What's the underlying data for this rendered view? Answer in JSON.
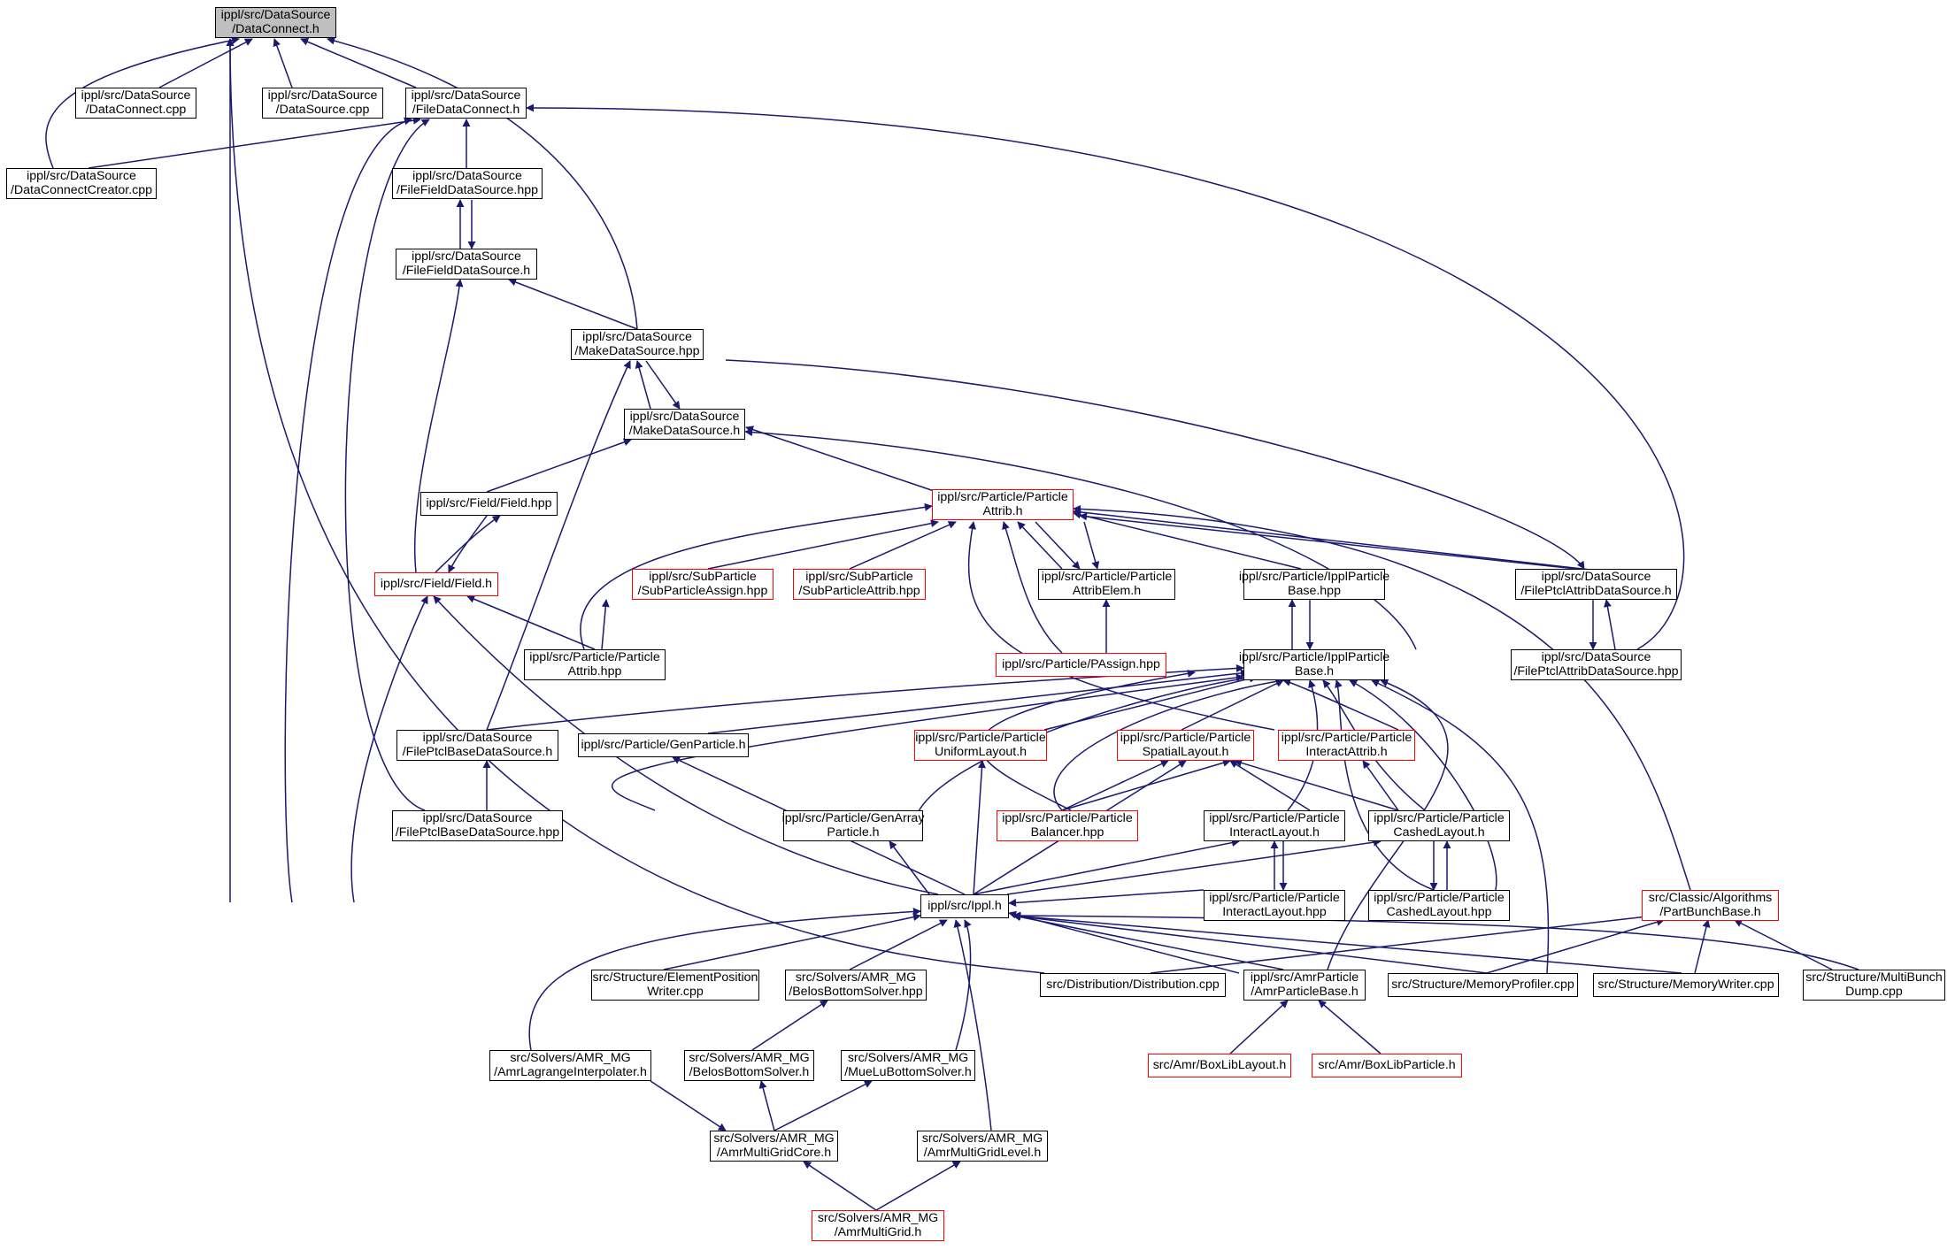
{
  "colors": {
    "edge": "#191970",
    "normal_border": "#000000",
    "incomplete_border": "#ff0000",
    "root_fill": "#bfbfbf"
  },
  "nodes": {
    "dc_h": {
      "lines": [
        "ippl/src/DataSource",
        "/DataConnect.h"
      ]
    },
    "dc_cpp": {
      "lines": [
        "ippl/src/DataSource",
        "/DataConnect.cpp"
      ]
    },
    "ds_cpp": {
      "lines": [
        "ippl/src/DataSource",
        "/DataSource.cpp"
      ]
    },
    "fdc_h": {
      "lines": [
        "ippl/src/DataSource",
        "/FileDataConnect.h"
      ]
    },
    "dcc_cpp": {
      "lines": [
        "ippl/src/DataSource",
        "/DataConnectCreator.cpp"
      ]
    },
    "ffds_hpp": {
      "lines": [
        "ippl/src/DataSource",
        "/FileFieldDataSource.hpp"
      ]
    },
    "ffds_h": {
      "lines": [
        "ippl/src/DataSource",
        "/FileFieldDataSource.h"
      ]
    },
    "mds_hpp": {
      "lines": [
        "ippl/src/DataSource",
        "/MakeDataSource.hpp"
      ]
    },
    "mds_h": {
      "lines": [
        "ippl/src/DataSource",
        "/MakeDataSource.h"
      ]
    },
    "field_hpp": {
      "lines": [
        "ippl/src/Field/Field.hpp"
      ]
    },
    "field_h": {
      "lines": [
        "ippl/src/Field/Field.h"
      ]
    },
    "pattrib_h": {
      "lines": [
        "ippl/src/Particle/Particle",
        "Attrib.h"
      ]
    },
    "spassign": {
      "lines": [
        "ippl/src/SubParticle",
        "/SubParticleAssign.hpp"
      ]
    },
    "spattrib": {
      "lines": [
        "ippl/src/SubParticle",
        "/SubParticleAttrib.hpp"
      ]
    },
    "pae_h": {
      "lines": [
        "ippl/src/Particle/Particle",
        "AttribElem.h"
      ]
    },
    "ipb_hpp": {
      "lines": [
        "ippl/src/Particle/IpplParticle",
        "Base.hpp"
      ]
    },
    "fpads_h": {
      "lines": [
        "ippl/src/DataSource",
        "/FilePtclAttribDataSource.h"
      ]
    },
    "pattrib_hpp": {
      "lines": [
        "ippl/src/Particle/Particle",
        "Attrib.hpp"
      ]
    },
    "passign": {
      "lines": [
        "ippl/src/Particle/PAssign.hpp"
      ]
    },
    "ipb_h": {
      "lines": [
        "ippl/src/Particle/IpplParticle",
        "Base.h"
      ]
    },
    "fpads_hpp": {
      "lines": [
        "ippl/src/DataSource",
        "/FilePtclAttribDataSource.hpp"
      ]
    },
    "fpbds_h": {
      "lines": [
        "ippl/src/DataSource",
        "/FilePtclBaseDataSource.h"
      ]
    },
    "genp_h": {
      "lines": [
        "ippl/src/Particle/GenParticle.h"
      ]
    },
    "pul_h": {
      "lines": [
        "ippl/src/Particle/Particle",
        "UniformLayout.h"
      ]
    },
    "psl_h": {
      "lines": [
        "ippl/src/Particle/Particle",
        "SpatialLayout.h"
      ]
    },
    "pia_h": {
      "lines": [
        "ippl/src/Particle/Particle",
        "InteractAttrib.h"
      ]
    },
    "fpbds_hpp": {
      "lines": [
        "ippl/src/DataSource",
        "/FilePtclBaseDataSource.hpp"
      ]
    },
    "gap_h": {
      "lines": [
        "ippl/src/Particle/GenArray",
        "Particle.h"
      ]
    },
    "pbal_hpp": {
      "lines": [
        "ippl/src/Particle/Particle",
        "Balancer.hpp"
      ]
    },
    "pil_h": {
      "lines": [
        "ippl/src/Particle/Particle",
        "InteractLayout.h"
      ]
    },
    "pcl_h": {
      "lines": [
        "ippl/src/Particle/Particle",
        "CashedLayout.h"
      ]
    },
    "ippl_h": {
      "lines": [
        "ippl/src/Ippl.h"
      ]
    },
    "pil_hpp": {
      "lines": [
        "ippl/src/Particle/Particle",
        "InteractLayout.hpp"
      ]
    },
    "pcl_hpp": {
      "lines": [
        "ippl/src/Particle/Particle",
        "CashedLayout.hpp"
      ]
    },
    "pbb_h": {
      "lines": [
        "src/Classic/Algorithms",
        "/PartBunchBase.h"
      ]
    },
    "epw_cpp": {
      "lines": [
        "src/Structure/ElementPosition",
        "Writer.cpp"
      ]
    },
    "bbs_hpp": {
      "lines": [
        "src/Solvers/AMR_MG",
        "/BelosBottomSolver.hpp"
      ]
    },
    "dist_cpp": {
      "lines": [
        "src/Distribution/Distribution.cpp"
      ]
    },
    "apb_h": {
      "lines": [
        "ippl/src/AmrParticle",
        "/AmrParticleBase.h"
      ]
    },
    "memprof": {
      "lines": [
        "src/Structure/MemoryProfiler.cpp"
      ]
    },
    "memwr": {
      "lines": [
        "src/Structure/MemoryWriter.cpp"
      ]
    },
    "mbd_cpp": {
      "lines": [
        "src/Structure/MultiBunch",
        "Dump.cpp"
      ]
    },
    "ali_h": {
      "lines": [
        "src/Solvers/AMR_MG",
        "/AmrLagrangeInterpolater.h"
      ]
    },
    "bbs_h": {
      "lines": [
        "src/Solvers/AMR_MG",
        "/BelosBottomSolver.h"
      ]
    },
    "mlbs_h": {
      "lines": [
        "src/Solvers/AMR_MG",
        "/MueLuBottomSolver.h"
      ]
    },
    "blbl_h": {
      "lines": [
        "src/Amr/BoxLibLayout.h"
      ]
    },
    "blbp_h": {
      "lines": [
        "src/Amr/BoxLibParticle.h"
      ]
    },
    "amgc_h": {
      "lines": [
        "src/Solvers/AMR_MG",
        "/AmrMultiGridCore.h"
      ]
    },
    "amgl_h": {
      "lines": [
        "src/Solvers/AMR_MG",
        "/AmrMultiGridLevel.h"
      ]
    },
    "amg_h": {
      "lines": [
        "src/Solvers/AMR_MG",
        "/AmrMultiGrid.h"
      ]
    }
  }
}
